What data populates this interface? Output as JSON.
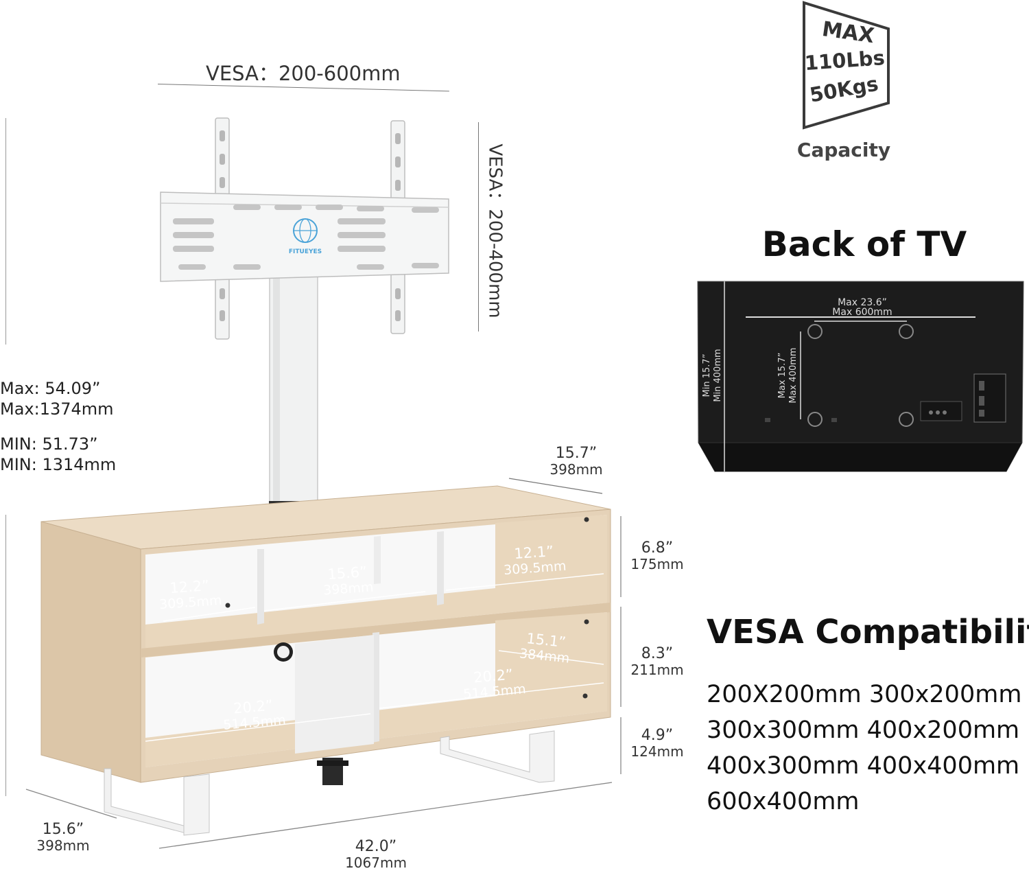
{
  "vesa_top": {
    "label": "VESA：",
    "value": "200-600mm"
  },
  "vesa_side": {
    "label": "VESA：",
    "value": "200-400mm"
  },
  "mount_brand": "FITUEYES",
  "capacity": {
    "max": "MAX",
    "lbs": "110Lbs",
    "kgs": "50Kgs",
    "caption": "Capacity"
  },
  "height_spec": {
    "max_in": "Max: 54.09”",
    "max_mm": "Max:1374mm",
    "min_in": "MIN: 51.73”",
    "min_mm": "MIN: 1314mm"
  },
  "depth_top": {
    "in": "15.7”",
    "mm": "398mm"
  },
  "depth_bottom": {
    "in": "15.6”",
    "mm": "398mm"
  },
  "width": {
    "in": "42.0”",
    "mm": "1067mm"
  },
  "heights": [
    {
      "in": "6.8”",
      "mm": "175mm"
    },
    {
      "in": "8.3”",
      "mm": "211mm"
    },
    {
      "in": "4.9”",
      "mm": "124mm"
    }
  ],
  "shelves": {
    "top_left": {
      "in": "12.2”",
      "mm": "309.5mm"
    },
    "top_mid": {
      "in": "15.6”",
      "mm": "398mm"
    },
    "top_right": {
      "in": "12.1”",
      "mm": "309.5mm"
    },
    "bottom_depth": {
      "in": "15.1”",
      "mm": "384mm"
    },
    "bottom_right": {
      "in": "20.2”",
      "mm": "514.5mm"
    },
    "bottom_left": {
      "in": "20.2”",
      "mm": "514.5mm"
    }
  },
  "back_of_tv": {
    "title": "Back of TV",
    "max_w_in": "Max 23.6”",
    "max_w_mm": "Max 600mm",
    "max_h_in": "Max 15.7”",
    "max_h_mm": "Max 400mm",
    "min_h_in": "Min  15.7”",
    "min_h_mm": "Min  400mm"
  },
  "vesa_compat": {
    "title": "VESA Compatibility",
    "rows": [
      "200X200mm 300x200mm",
      "300x300mm 400x200mm",
      "400x300mm 400x400mm",
      "600x400mm"
    ]
  },
  "colors": {
    "wood": "#e3cfb4",
    "wood_dark": "#c9b193",
    "metal": "#f2f3f3",
    "tv": "#1a1a1a"
  }
}
